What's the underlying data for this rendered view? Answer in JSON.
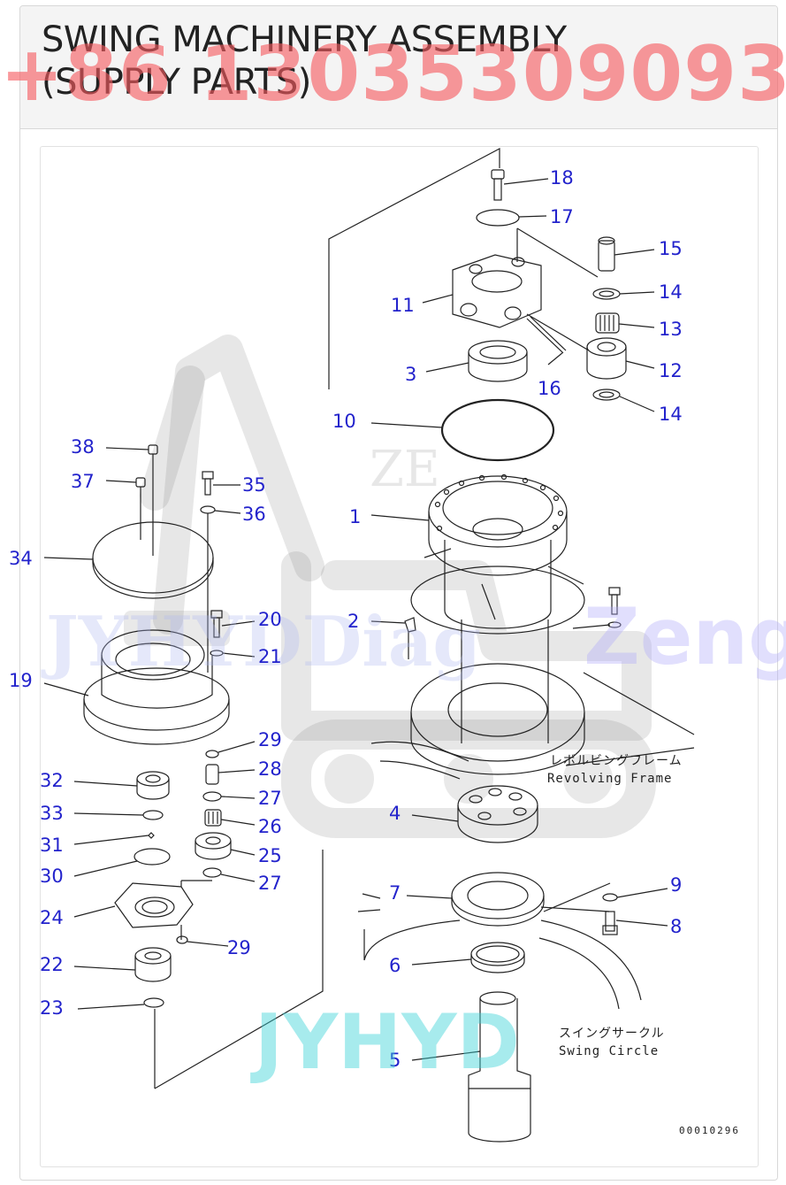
{
  "header": {
    "title_line1": "SWING MACHINERY ASSEMBLY",
    "title_line2": "(SUPPLY PARTS)"
  },
  "watermarks": {
    "phone": "+86 13035309093",
    "mid": "JYHYDDiag",
    "zeng": "Zeng",
    "jyhyd": "JYHYD",
    "ze": "ZE"
  },
  "labels": {
    "revolving_frame_jp": "レボルビングフレーム",
    "revolving_frame_en": "Revolving Frame",
    "swing_circle_jp": "スイングサークル",
    "swing_circle_en": "Swing Circle",
    "drawing_code": "00010296"
  },
  "callouts": {
    "c1": "1",
    "c2": "2",
    "c3": "3",
    "c4": "4",
    "c5": "5",
    "c6": "6",
    "c7": "7",
    "c8": "8",
    "c9": "9",
    "c10": "10",
    "c11": "11",
    "c12": "12",
    "c13": "13",
    "c14a": "14",
    "c14b": "14",
    "c15": "15",
    "c16": "16",
    "c17": "17",
    "c18": "18",
    "c19": "19",
    "c20": "20",
    "c21": "21",
    "c22": "22",
    "c23": "23",
    "c24": "24",
    "c25": "25",
    "c26": "26",
    "c27a": "27",
    "c27b": "27",
    "c28": "28",
    "c29a": "29",
    "c29b": "29",
    "c30": "30",
    "c31": "31",
    "c32": "32",
    "c33": "33",
    "c34": "34",
    "c35": "35",
    "c36": "36",
    "c37": "37",
    "c38": "38"
  },
  "colors": {
    "callout": "#2323cc",
    "watermark_phone": "#f65a5f",
    "watermark_cyan": "#3cd2d7",
    "line": "#222222"
  }
}
